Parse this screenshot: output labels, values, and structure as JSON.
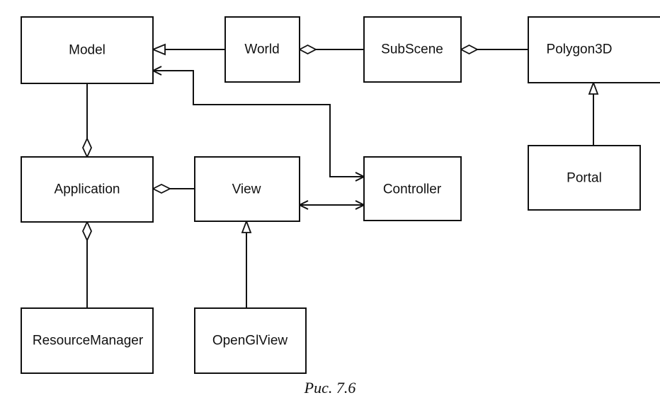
{
  "diagram": {
    "type": "uml-class-diagram",
    "classes": {
      "model": "Model",
      "world": "World",
      "subscene": "SubScene",
      "polygon3d": "Polygon3D",
      "portal": "Portal",
      "application": "Application",
      "view": "View",
      "controller": "Controller",
      "resource_manager": "ResourceManager",
      "opengl_view": "OpenGlView"
    },
    "relations": [
      {
        "from": "World",
        "to": "Model",
        "kind": "generalization"
      },
      {
        "from": "SubScene",
        "to": "World",
        "kind": "aggregation"
      },
      {
        "from": "Polygon3D",
        "to": "SubScene",
        "kind": "aggregation"
      },
      {
        "from": "Portal",
        "to": "Polygon3D",
        "kind": "generalization"
      },
      {
        "from": "Model",
        "to": "Application",
        "kind": "aggregation"
      },
      {
        "from": "View",
        "to": "Application",
        "kind": "aggregation"
      },
      {
        "from": "ResourceManager",
        "to": "Application",
        "kind": "aggregation"
      },
      {
        "from": "OpenGlView",
        "to": "View",
        "kind": "generalization"
      },
      {
        "from": "Model",
        "to": "Controller",
        "kind": "bidirectional-association"
      },
      {
        "from": "View",
        "to": "Controller",
        "kind": "bidirectional-association"
      }
    ]
  },
  "caption": "Рис. 7.6"
}
